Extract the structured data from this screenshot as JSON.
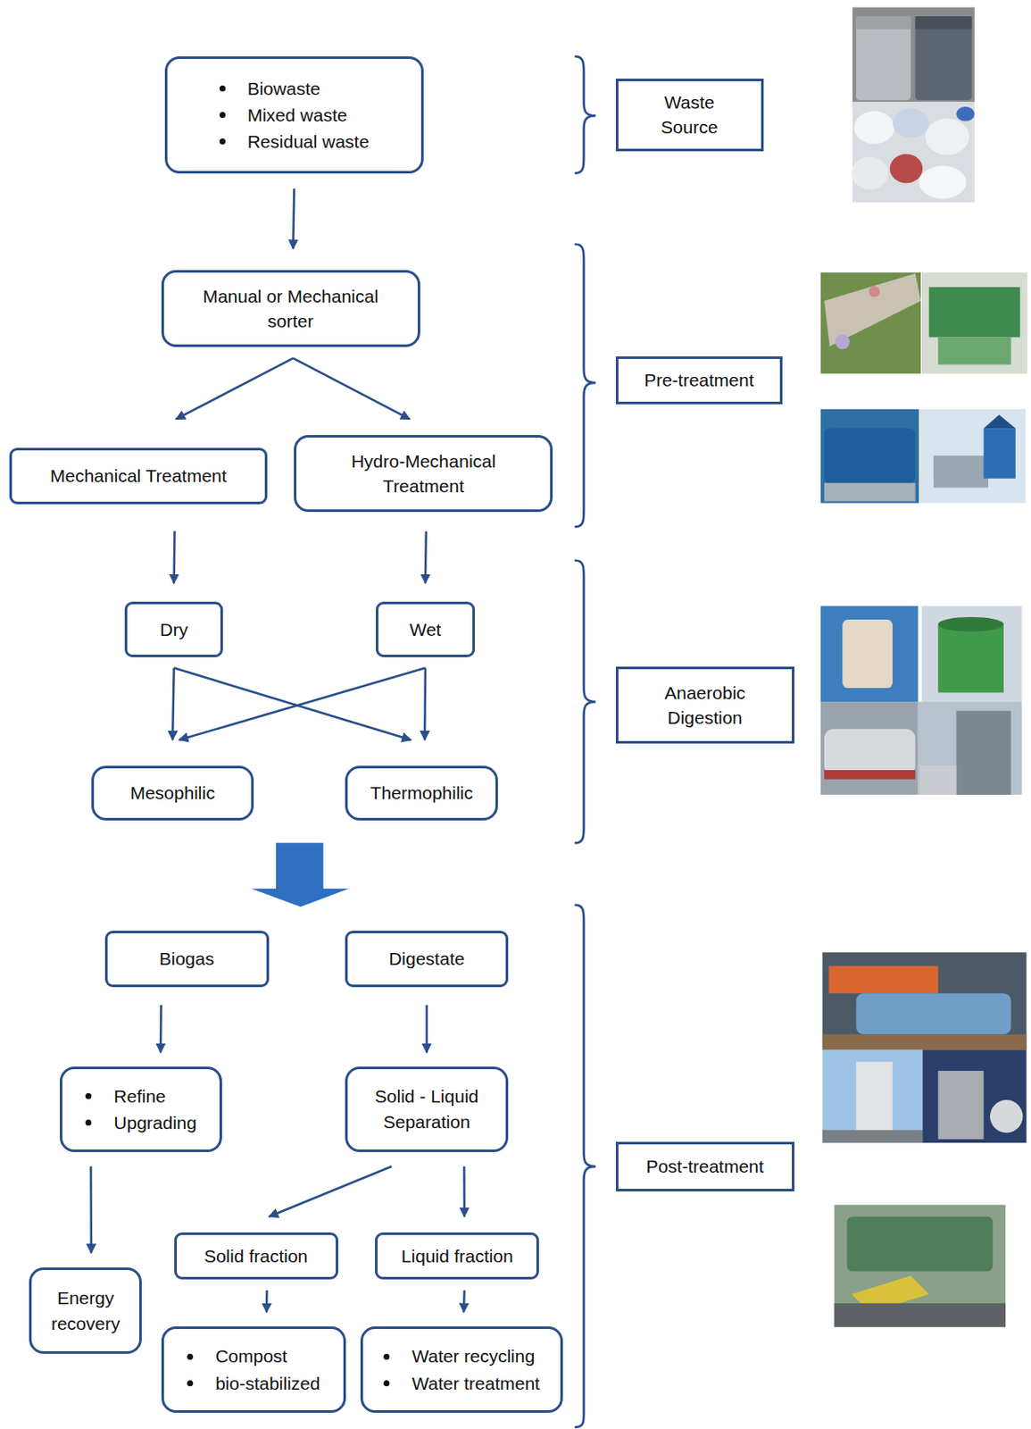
{
  "diagram": {
    "nodes": [
      {
        "text": [
          "Biowaste",
          "Mixed waste",
          "Residual waste"
        ]
      },
      {
        "text": [
          "Waste Source"
        ]
      },
      {
        "text": [
          "Manual or Mechanical sorter"
        ]
      },
      {
        "text": [
          "Mechanical Treatment"
        ]
      },
      {
        "text": [
          "Hydro-Mechanical Treatment"
        ]
      },
      {
        "text": [
          "Pre-treatment"
        ]
      },
      {
        "text": [
          "Dry"
        ]
      },
      {
        "text": [
          "Wet"
        ]
      },
      {
        "text": [
          "Mesophilic"
        ]
      },
      {
        "text": [
          "Thermophilic"
        ]
      },
      {
        "text": [
          "Anaerobic Digestion"
        ]
      },
      {
        "text": [
          "Biogas"
        ]
      },
      {
        "text": [
          "Digestate"
        ]
      },
      {
        "text": [
          "Refine",
          "Upgrading"
        ]
      },
      {
        "text": [
          "Solid - Liquid Separation"
        ]
      },
      {
        "text": [
          "Post-treatment"
        ]
      },
      {
        "text": [
          "Solid fraction"
        ]
      },
      {
        "text": [
          "Liquid fraction"
        ]
      },
      {
        "text": [
          "Energy recovery"
        ]
      },
      {
        "text": [
          "Compost",
          "bio-stabilized"
        ]
      },
      {
        "text": [
          "Water recycling",
          "Water treatment"
        ]
      }
    ],
    "edges": [
      {
        "from": 0,
        "to": 2,
        "arrow": "to"
      },
      {
        "from": 2,
        "to": 3,
        "arrow": "to"
      },
      {
        "from": 2,
        "to": 4,
        "arrow": "to"
      },
      {
        "from": 3,
        "to": 6,
        "arrow": "to"
      },
      {
        "from": 4,
        "to": 7,
        "arrow": "to"
      },
      {
        "from": 6,
        "to": 8,
        "arrow": "to"
      },
      {
        "from": 6,
        "to": 9,
        "arrow": "to"
      },
      {
        "from": 7,
        "to": 8,
        "arrow": "to"
      },
      {
        "from": 7,
        "to": 9,
        "arrow": "to"
      },
      {
        "from": 11,
        "to": 13,
        "arrow": "to"
      },
      {
        "from": 12,
        "to": 14,
        "arrow": "to"
      },
      {
        "from": 13,
        "to": 18,
        "arrow": "to"
      },
      {
        "from": 14,
        "to": 16,
        "arrow": "to"
      },
      {
        "from": 14,
        "to": 17,
        "arrow": "to"
      },
      {
        "from": 16,
        "to": 19,
        "arrow": "to"
      },
      {
        "from": 17,
        "to": 20,
        "arrow": "to"
      }
    ]
  }
}
